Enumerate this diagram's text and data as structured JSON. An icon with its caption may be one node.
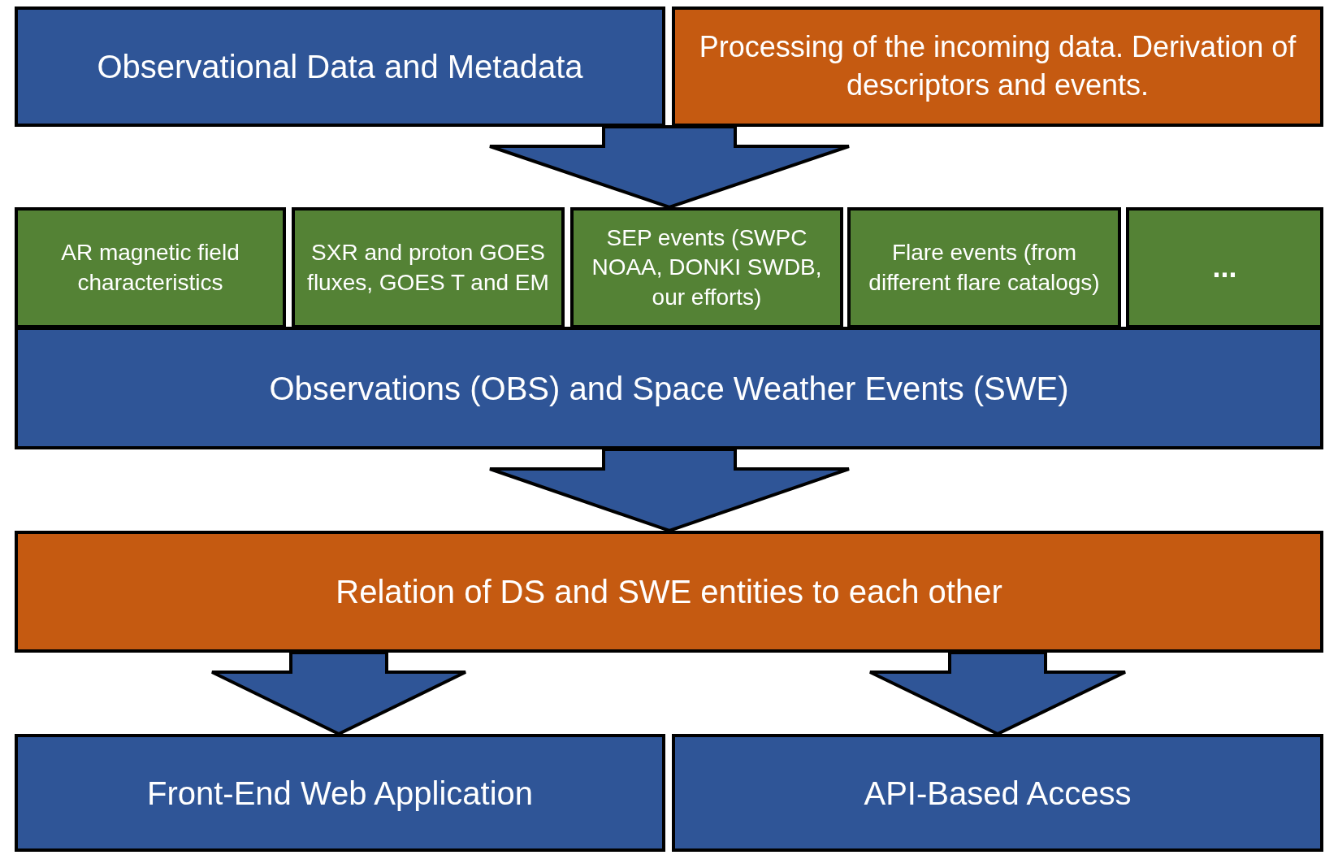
{
  "diagram": {
    "nodes": [
      {
        "text": [
          "Observational Data and Metadata"
        ]
      },
      {
        "text": [
          "Processing of the incoming data. Derivation of descriptors and events."
        ]
      },
      {
        "text": [
          "AR magnetic field characteristics"
        ]
      },
      {
        "text": [
          "SXR and proton GOES fluxes, GOES  T and EM"
        ]
      },
      {
        "text": [
          "SEP events (SWPC NOAA, DONKI SWDB, our efforts)"
        ]
      },
      {
        "text": [
          "Flare events (from different flare catalogs)"
        ]
      },
      {
        "text": [
          "..."
        ]
      },
      {
        "text": [
          "Observations (OBS) and Space Weather Events (SWE)"
        ]
      },
      {
        "text": [
          "Relation of DS and SWE entities to each other"
        ]
      },
      {
        "text": [
          "Front-End Web Application"
        ]
      },
      {
        "text": [
          "API-Based Access"
        ]
      }
    ],
    "edges": [
      {
        "from": 0,
        "to": 4,
        "arrow": "to"
      },
      {
        "from": 1,
        "to": 4,
        "arrow": "to"
      },
      {
        "from": 7,
        "to": 8,
        "arrow": "to"
      },
      {
        "from": 8,
        "to": 9,
        "arrow": "to"
      },
      {
        "from": 8,
        "to": 10,
        "arrow": "to"
      }
    ]
  }
}
